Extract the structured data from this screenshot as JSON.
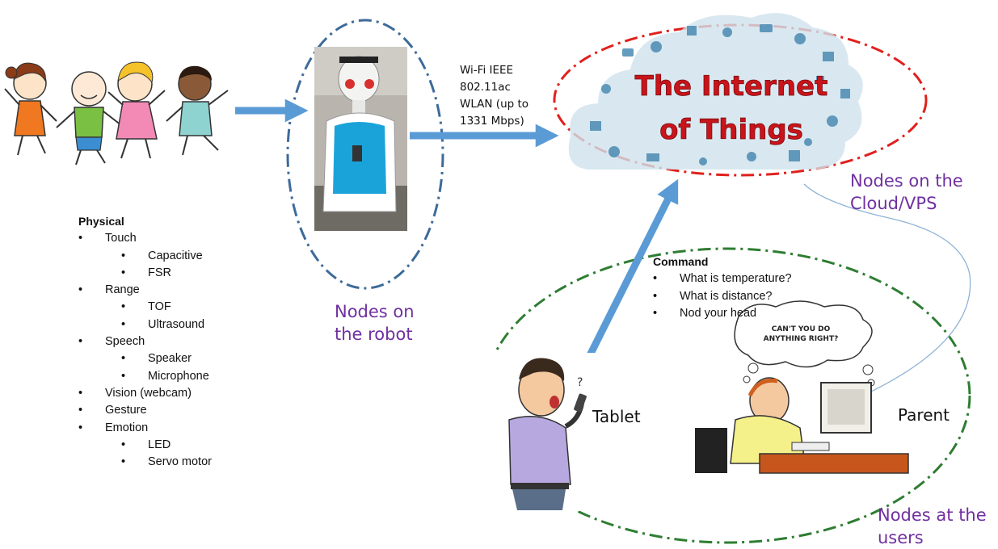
{
  "labels": {
    "wifi": [
      "Wi-Fi IEEE",
      "802.11ac",
      "WLAN (up to",
      "1331 Mbps)"
    ],
    "nodes_robot": [
      "Nodes on",
      "the robot"
    ],
    "nodes_cloud": [
      "Nodes on the",
      "Cloud/VPS"
    ],
    "nodes_users": [
      "Nodes at the",
      "users"
    ],
    "tablet": "Tablet",
    "parent": "Parent",
    "iot_title": [
      "The Internet",
      "of Things"
    ],
    "thought_bubble": [
      "CAN'T YOU DO",
      "ANYTHING RIGHT?"
    ]
  },
  "physical": {
    "heading": "Physical",
    "items": [
      {
        "label": "Touch",
        "sub": [
          "Capacitive",
          "FSR"
        ]
      },
      {
        "label": "Range",
        "sub": [
          "TOF",
          "Ultrasound"
        ]
      },
      {
        "label": "Speech",
        "sub": [
          "Speaker",
          "Microphone"
        ]
      },
      {
        "label": "Vision (webcam)",
        "sub": []
      },
      {
        "label": "Gesture",
        "sub": []
      },
      {
        "label": "Emotion",
        "sub": [
          "LED",
          "Servo motor"
        ]
      }
    ]
  },
  "command": {
    "heading": "Command",
    "items": [
      "What is temperature?",
      "What is distance?",
      "Nod your head"
    ]
  },
  "colors": {
    "arrow": "#5b9bd5",
    "robot_ellipse": "#3d6b9a",
    "cloud_ellipse": "#e0201c",
    "users_ellipse": "#2e7d32",
    "label_purple": "#7030a0",
    "iot_text": "#c8141a"
  },
  "icons": [
    "children-illustration",
    "robot-photo",
    "iot-cloud-icon",
    "man-with-phone-illustration",
    "parent-at-computer-illustration",
    "question-mark-icon"
  ]
}
